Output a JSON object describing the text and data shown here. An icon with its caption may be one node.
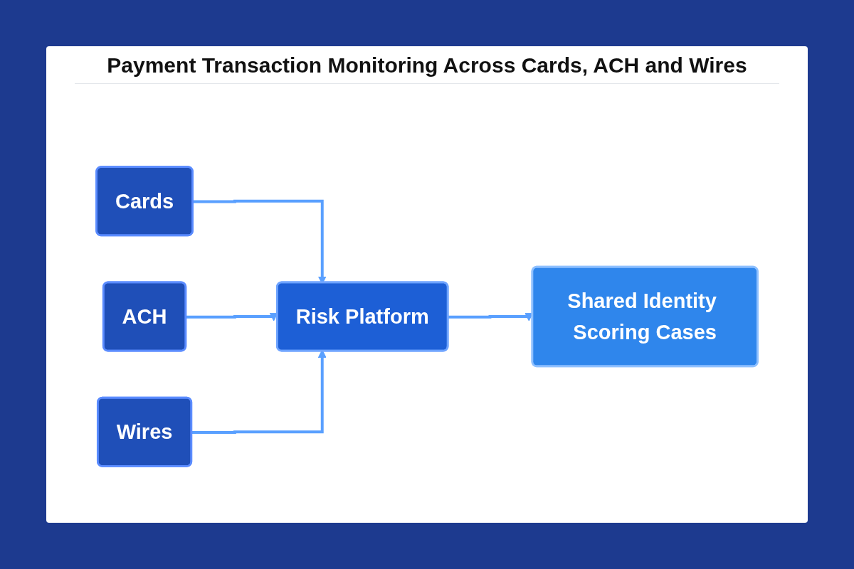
{
  "diagram": {
    "title": "Payment Transaction Monitoring Across Cards, ACH and Wires",
    "nodes": [
      {
        "text": [
          "Cards"
        ]
      },
      {
        "text": [
          "ACH"
        ]
      },
      {
        "text": [
          "Wires"
        ]
      },
      {
        "text": [
          "Risk Platform"
        ]
      },
      {
        "text": [
          "Shared Identity Scoring Cases"
        ]
      }
    ],
    "edges": [
      {
        "from": 0,
        "to": 3,
        "arrow": "to"
      },
      {
        "from": 1,
        "to": 3,
        "arrow": "to"
      },
      {
        "from": 2,
        "to": 3,
        "arrow": "to"
      },
      {
        "from": 3,
        "to": 4,
        "arrow": "to"
      }
    ]
  }
}
